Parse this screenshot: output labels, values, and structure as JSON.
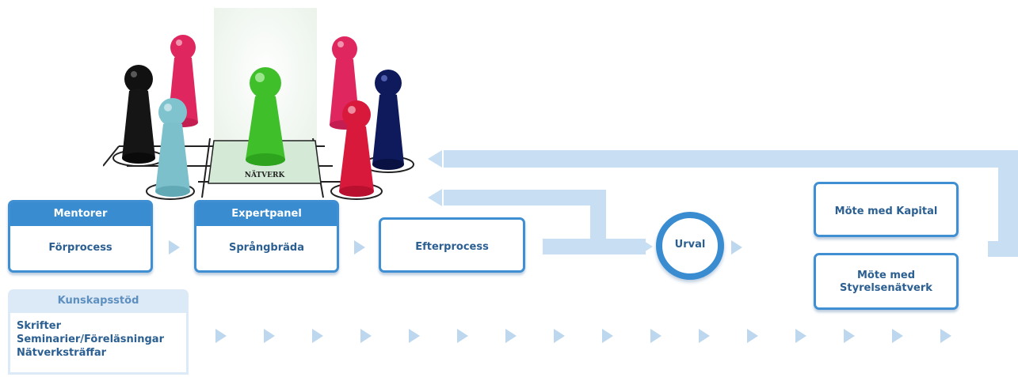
{
  "boxes": {
    "forprocess": {
      "header": "Mentorer",
      "label": "Förprocess"
    },
    "sprangbrada": {
      "header": "Expertpanel",
      "label": "Språngbräda"
    },
    "efterprocess": {
      "label": "Efterprocess"
    },
    "urval": {
      "label": "Urval"
    },
    "kapital": {
      "label": "Möte med Kapital"
    },
    "styrelse": {
      "label_line1": "Möte med",
      "label_line2": "Styrelsenätverk"
    }
  },
  "kunskapsstod": {
    "header": "Kunskapsstöd",
    "items": [
      "Skrifter",
      "Seminarier/Föreläsningar",
      "Nätverksträffar"
    ]
  },
  "board": {
    "label": "NÄTVERK"
  },
  "colors": {
    "primary_blue": "#3a8cd0",
    "light_blue": "#c8dff3",
    "text_blue": "#2b5f91",
    "pawn_black": "#111111",
    "pawn_pink": "#e0265f",
    "pawn_light_blue": "#7fc3cf",
    "pawn_green": "#3fbf2a",
    "pawn_navy": "#0e1a5c",
    "pawn_red": "#d9193c"
  }
}
